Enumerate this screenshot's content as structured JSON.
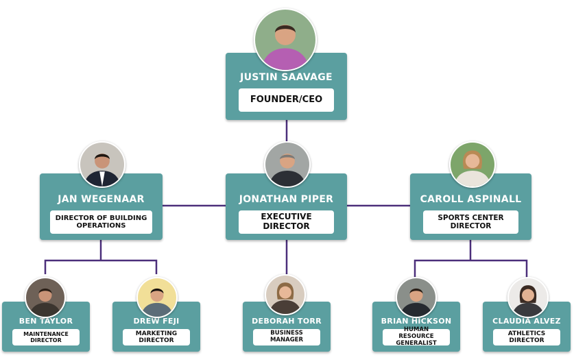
{
  "colors": {
    "teal": "#5b9fa0",
    "connector": "#4b2e7a",
    "skin": "#d9a483",
    "hair": "#3a2a22",
    "bg_grey": "#8a8f8a"
  },
  "people": {
    "ceo": {
      "name": "JUSTIN SAAVAGE",
      "role": "FOUNDER/CEO",
      "icon": "person-photo-icon"
    },
    "jan": {
      "name": "JAN WEGENAAR",
      "role": "DIRECTOR OF BUILDING OPERATIONS",
      "icon": "person-photo-icon"
    },
    "jonathan": {
      "name": "JONATHAN PIPER",
      "role": "EXECUTIVE DIRECTOR",
      "icon": "person-photo-icon"
    },
    "caroll": {
      "name": "CAROLL ASPINALL",
      "role": "SPORTS CENTER DIRECTOR",
      "icon": "person-photo-icon"
    },
    "ben": {
      "name": "BEN TAYLOR",
      "role": "MAINTENANCE DIRECTOR",
      "icon": "person-photo-icon"
    },
    "drew": {
      "name": "DREW FEJI",
      "role": "MARKETING DIRECTOR",
      "icon": "person-photo-icon"
    },
    "deborah": {
      "name": "DEBORAH TORR",
      "role": "BUSINESS MANAGER",
      "icon": "person-photo-icon"
    },
    "brian": {
      "name": "BRIAN HICKSON",
      "role": "HUMAN RESOURCE GENERALIST",
      "icon": "person-photo-icon"
    },
    "claudia": {
      "name": "CLAUDIA ALVEZ",
      "role": "ATHLETICS DIRECTOR",
      "icon": "person-photo-icon"
    }
  }
}
